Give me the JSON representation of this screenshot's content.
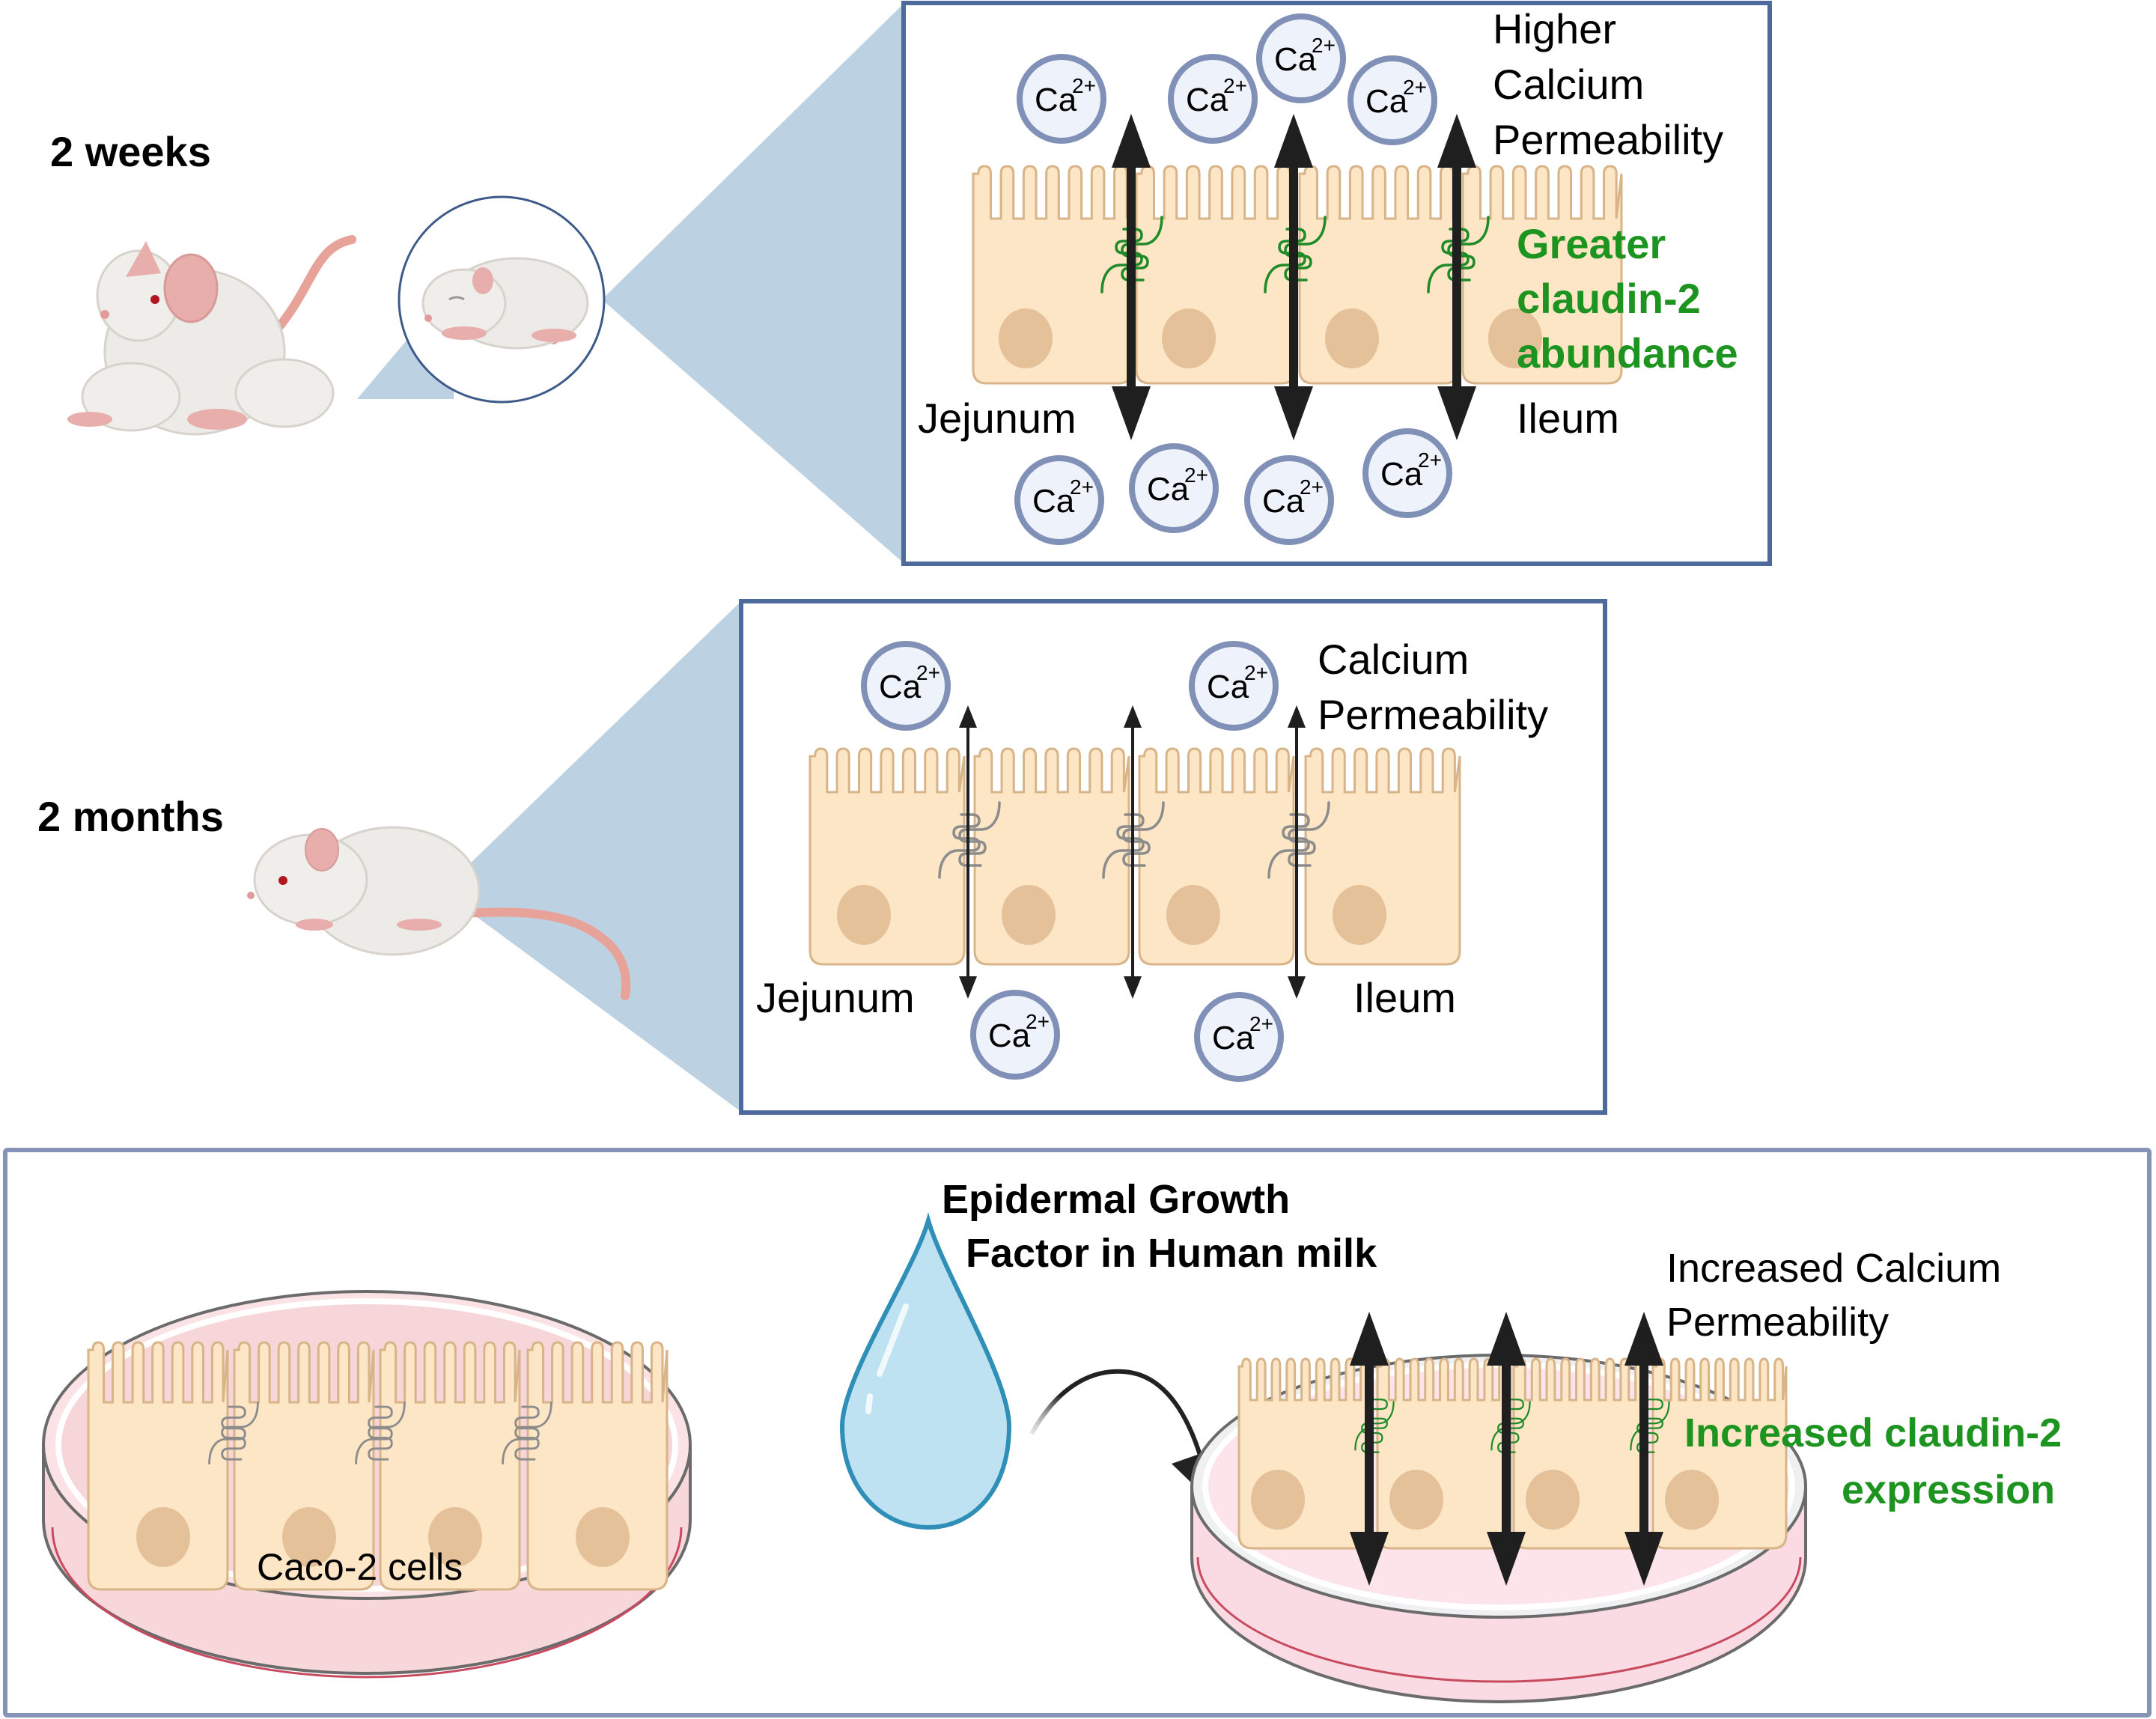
{
  "panels": {
    "two_weeks": {
      "age_label": "2 weeks",
      "permeability_label": [
        "Higher",
        "Calcium",
        "Permeability"
      ],
      "claudin_label": [
        "Greater",
        "claudin-2",
        "abundance"
      ],
      "left_segment": "Jejunum",
      "right_segment": "Ileum",
      "ion_label": "Ca",
      "ion_charge": "2+",
      "ions_apical_count": 4,
      "ions_basal_count": 4,
      "arrow_strength": "thick",
      "claudin_color": "#1e8a28"
    },
    "two_months": {
      "age_label": "2 months",
      "permeability_label": [
        "Calcium",
        "Permeability"
      ],
      "left_segment": "Jejunum",
      "right_segment": "Ileum",
      "ion_label": "Ca",
      "ion_charge": "2+",
      "ions_apical_count": 2,
      "ions_basal_count": 2,
      "arrow_strength": "thin",
      "claudin_color": "#8c8c8c"
    },
    "cell_culture": {
      "dish_label": "Caco-2 cells",
      "treatment_label": [
        "Epidermal Growth",
        "Factor in Human milk"
      ],
      "permeability_label": [
        "Increased Calcium",
        "Permeability"
      ],
      "claudin_label": [
        "Increased claudin-2",
        "expression"
      ],
      "claudin_color": "#1e8a28"
    }
  },
  "colors": {
    "frame_dark": "#4e6a9c",
    "frame_light": "#8593b8",
    "zoom_cone": "#bcd1e2",
    "cell_fill": "#fce6c5",
    "cell_stroke": "#d8b489",
    "nucleus": "#e4c199",
    "ion_fill": "#eef2fa",
    "ion_stroke": "#8090b7",
    "highlight_text": "#1e9420",
    "dish_media": "#f8d7da",
    "drop_fill": "#bfe2f3",
    "drop_stroke": "#2f8fb6"
  }
}
